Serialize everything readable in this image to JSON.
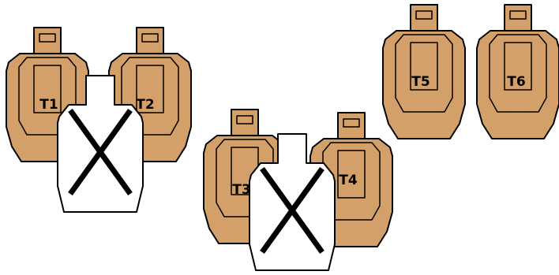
{
  "colors": {
    "target_fill": "#d4a06a",
    "no_shoot_fill": "#ffffff",
    "outline": "#000000"
  },
  "targets": [
    {
      "label": "T1"
    },
    {
      "label": "T2"
    },
    {
      "label": "T3"
    },
    {
      "label": "T4"
    },
    {
      "label": "T5"
    },
    {
      "label": "T6"
    }
  ],
  "no_shoots": [
    {
      "mark": "X"
    },
    {
      "mark": "X"
    }
  ]
}
